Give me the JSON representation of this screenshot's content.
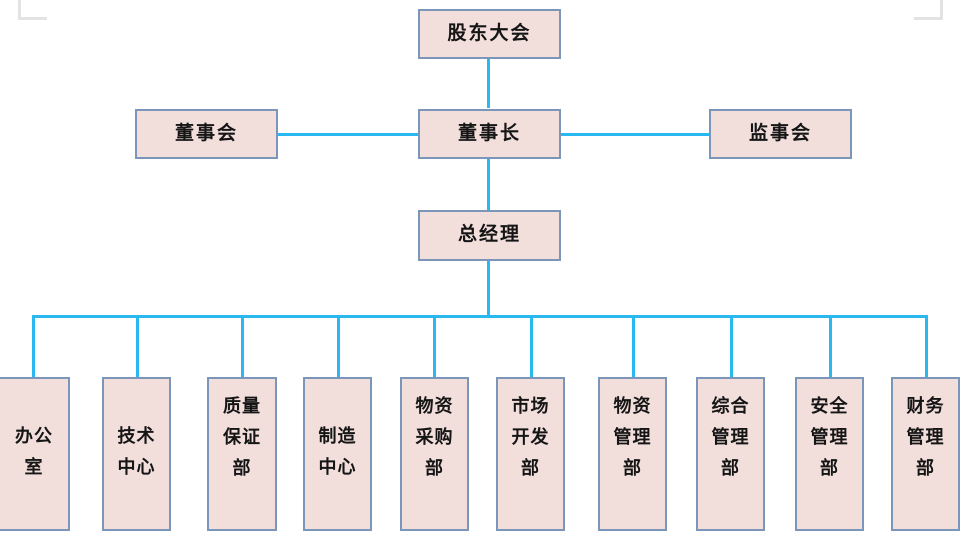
{
  "chart": {
    "type": "org-chart",
    "title_text": "",
    "colors": {
      "node_fill": "#f2dfdc",
      "node_border": "#7b96b8",
      "connector": "#29b8f0",
      "corner_mark": "#e3e3e3",
      "text": "#151515",
      "background": "#ffffff"
    },
    "levels": [
      {
        "level": 1,
        "nodes": [
          {
            "id": "shareholders-meeting",
            "label": "股东大会"
          }
        ]
      },
      {
        "level": 2,
        "nodes": [
          {
            "id": "board-of-directors",
            "label": "董事会"
          },
          {
            "id": "chairman",
            "label": "董事长"
          },
          {
            "id": "board-of-supervisors",
            "label": "监事会"
          }
        ]
      },
      {
        "level": 3,
        "nodes": [
          {
            "id": "general-manager",
            "label": "总经理"
          }
        ]
      },
      {
        "level": 4,
        "nodes": [
          {
            "id": "office",
            "label": "办公\n室"
          },
          {
            "id": "technology-center",
            "label": "技术\n中心"
          },
          {
            "id": "quality-assurance-dept",
            "label": "质量\n保证\n部"
          },
          {
            "id": "manufacturing-center",
            "label": "制造\n中心"
          },
          {
            "id": "materials-procurement-dept",
            "label": "物资\n采购\n部"
          },
          {
            "id": "market-development-dept",
            "label": "市场\n开发\n部"
          },
          {
            "id": "materials-management-dept",
            "label": "物资\n管理\n部"
          },
          {
            "id": "general-management-dept",
            "label": "综合\n管理\n部"
          },
          {
            "id": "safety-management-dept",
            "label": "安全\n管理\n部"
          },
          {
            "id": "finance-management-dept",
            "label": "财务\n管理\n部"
          }
        ]
      }
    ]
  },
  "nodes": {
    "shareholders_meeting": "股东大会",
    "board_of_directors": "董事会",
    "chairman": "董事长",
    "board_of_supervisors": "监事会",
    "general_manager": "总经理",
    "office": "办公\n室",
    "technology_center": "技术\n中心",
    "quality_assurance": "质量\n保证\n部",
    "manufacturing_center": "制造\n中心",
    "materials_procurement": "物资\n采购\n部",
    "market_development": "市场\n开发\n部",
    "materials_management": "物资\n管理\n部",
    "general_management": "综合\n管理\n部",
    "safety_management": "安全\n管理\n部",
    "finance_management": "财务\n管理\n部"
  }
}
